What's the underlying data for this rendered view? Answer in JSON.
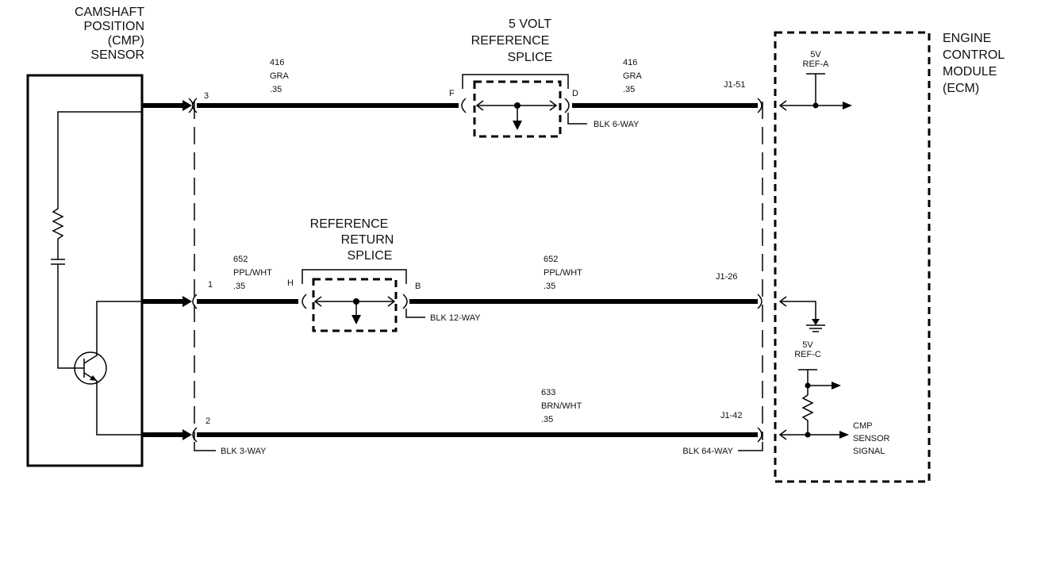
{
  "sensor": {
    "title_lines": [
      "CAMSHAFT",
      "POSITION",
      "(CMP)",
      "SENSOR"
    ]
  },
  "ecm": {
    "title_lines": [
      "ENGINE",
      "CONTROL",
      "MODULE",
      "(ECM)"
    ],
    "ref_a": [
      "5V",
      "REF-A"
    ],
    "ref_c": [
      "5V",
      "REF-C"
    ],
    "signal": [
      "CMP",
      "SENSOR",
      "SIGNAL"
    ]
  },
  "splice_5v": {
    "title_lines": [
      "5 VOLT",
      "REFERENCE",
      "SPLICE"
    ],
    "pin_left": "F",
    "pin_right": "D",
    "connector": "BLK 6-WAY"
  },
  "splice_return": {
    "title_lines": [
      "REFERENCE",
      "RETURN",
      "SPLICE"
    ],
    "pin_left": "H",
    "pin_right": "B",
    "connector": "BLK 12-WAY"
  },
  "wires": [
    {
      "sensor_pin": "3",
      "circuit": "416",
      "color": "GRA",
      "gauge": ".35",
      "ecm_pin": "J1-51"
    },
    {
      "sensor_pin": "1",
      "circuit": "652",
      "color": "PPL/WHT",
      "gauge": ".35",
      "ecm_pin": "J1-26"
    },
    {
      "sensor_pin": "2",
      "circuit": "633",
      "color": "BRN/WHT",
      "gauge": ".35",
      "ecm_pin": "J1-42"
    }
  ],
  "connectors": {
    "sensor": "BLK 3-WAY",
    "ecm": "BLK 64-WAY"
  }
}
